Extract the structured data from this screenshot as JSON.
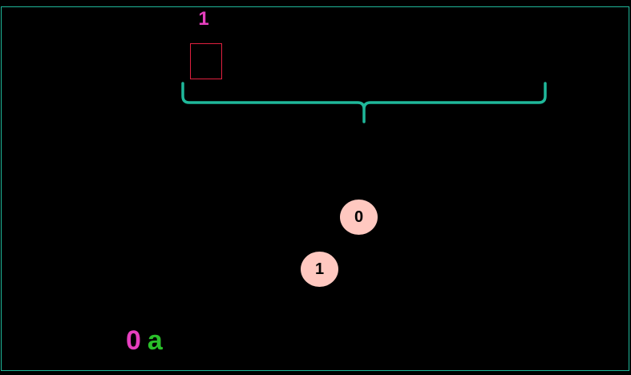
{
  "colors": {
    "background": "#000000",
    "frame": "#1fb89a",
    "slot_index": "#e63fbf",
    "slot_box": "#e0203f",
    "brace": "#1fb89a",
    "token_fill": "#ffc8c0",
    "token_text": "#000000",
    "status_number": "#e63fbf",
    "status_letter": "#2ac02a"
  },
  "slot": {
    "index_label": "1"
  },
  "tokens": [
    {
      "label": "0"
    },
    {
      "label": "1"
    }
  ],
  "status": {
    "number": "0",
    "letter": "a"
  }
}
